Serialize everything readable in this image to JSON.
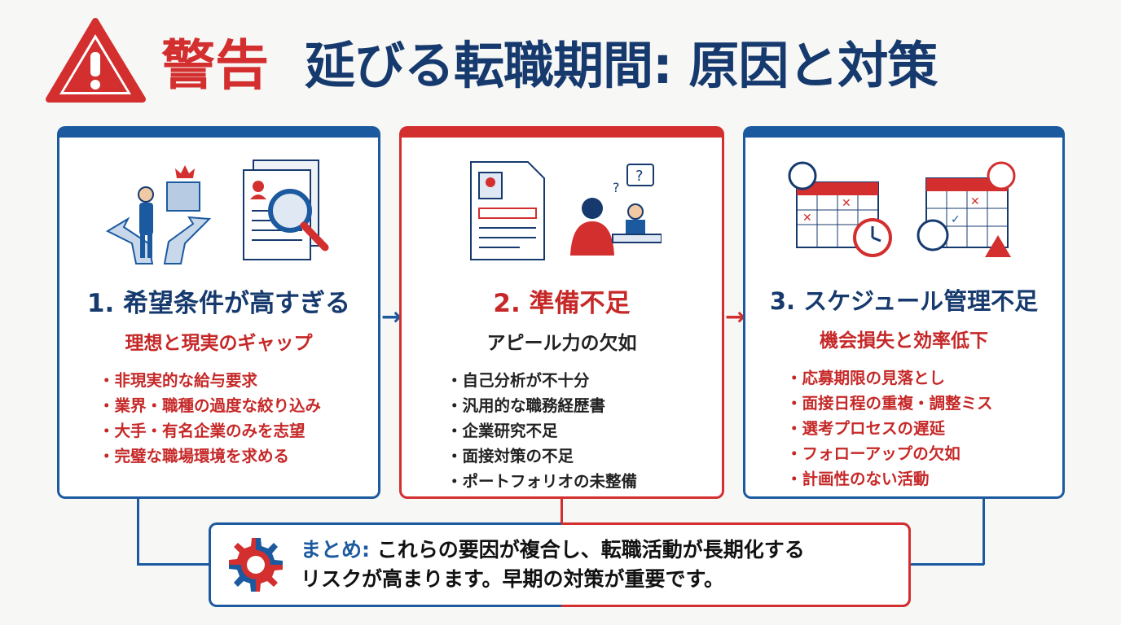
{
  "header": {
    "warning_label": "警告",
    "title": "延びる転職期間: 原因と対策"
  },
  "colors": {
    "blue": "#1c5aa0",
    "red": "#d32f2f",
    "navy": "#163a6e"
  },
  "cards": [
    {
      "title": "1. 希望条件が高すぎる",
      "subtitle": "理想と現実のギャップ",
      "items": [
        "非現実的な給与要求",
        "業界・職種の過度な絞り込み",
        "大手・有名企業のみを志望",
        "完璧な職場環境を求める"
      ]
    },
    {
      "title": "2. 準備不足",
      "subtitle": "アピール力の欠如",
      "items": [
        "自己分析が不十分",
        "汎用的な職務経歴書",
        "企業研究不足",
        "面接対策の不足",
        "ポートフォリオの未整備"
      ]
    },
    {
      "title": "3. スケジュール管理不足",
      "subtitle": "機会損失と効率低下",
      "items": [
        "応募期限の見落とし",
        "面接日程の重複・調整ミス",
        "選考プロセスの遅延",
        "フォローアップの欠如",
        "計画性のない活動"
      ]
    }
  ],
  "summary": {
    "lead": "まとめ:",
    "line1": "これらの要因が複合し、転職活動が長期化する",
    "line2": "リスクが高まります。早期の対策が重要です。"
  }
}
